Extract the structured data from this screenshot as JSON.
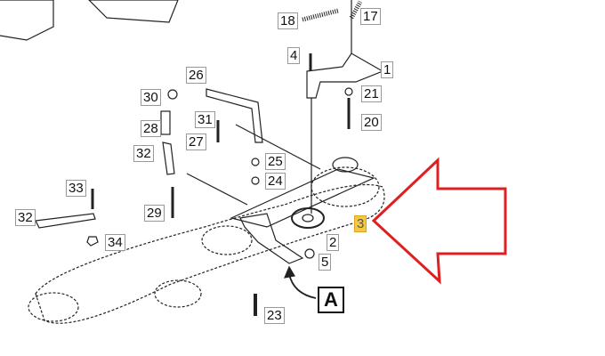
{
  "callouts": [
    "18",
    "17",
    "4",
    "1",
    "26",
    "30",
    "21",
    "28",
    "31",
    "20",
    "27",
    "32",
    "25",
    "24",
    "33",
    "29",
    "32",
    "34",
    "2",
    "3",
    "5",
    "A",
    "23"
  ],
  "highlighted_callout": "3",
  "view_label": "A",
  "colors": {
    "arrow": "#e02020",
    "highlight": "#f5c842",
    "line": "#222222"
  }
}
